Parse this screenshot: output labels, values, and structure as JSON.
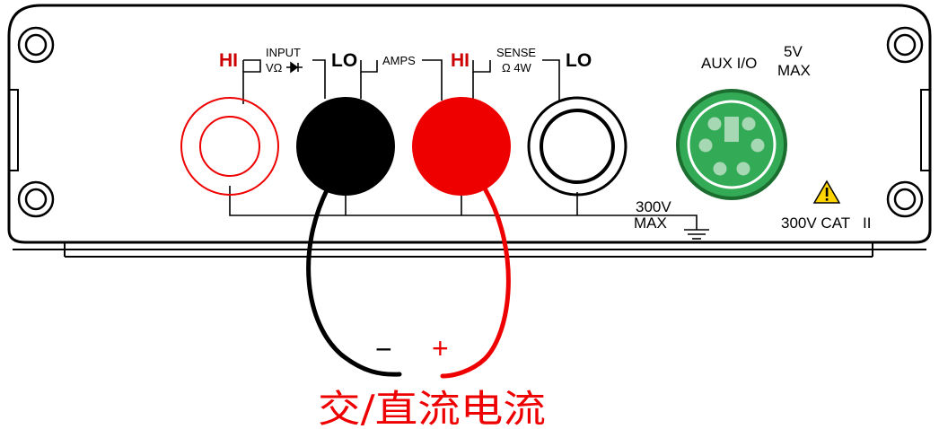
{
  "panel": {
    "labels": {
      "hi_input": "HI",
      "input": "INPUT",
      "input_functions": "VΩ",
      "lo_input": "LO",
      "amps": "AMPS",
      "hi_sense": "HI",
      "sense": "SENSE",
      "sense_functions": "Ω 4W",
      "lo_sense": "LO",
      "aux_io": "AUX I/O",
      "aux_voltage": "5V",
      "aux_max": "MAX",
      "ground_voltage": "300V",
      "ground_max": "MAX",
      "category_rating": "300V CAT",
      "category_roman": "II"
    },
    "colors": {
      "red_terminal": "#ee0000",
      "black_terminal": "#000000",
      "aux_connector": "#33aa55",
      "hi_label": "#cc0000",
      "warning_yellow": "#ffd400"
    },
    "icons": [
      "diode-icon",
      "ground-icon",
      "warning-icon",
      "mounting-screw-icon"
    ]
  },
  "leads": {
    "minus": "−",
    "plus": "+",
    "minus_color": "#000000",
    "plus_color": "#ee0000"
  },
  "caption": "交/直流电流"
}
